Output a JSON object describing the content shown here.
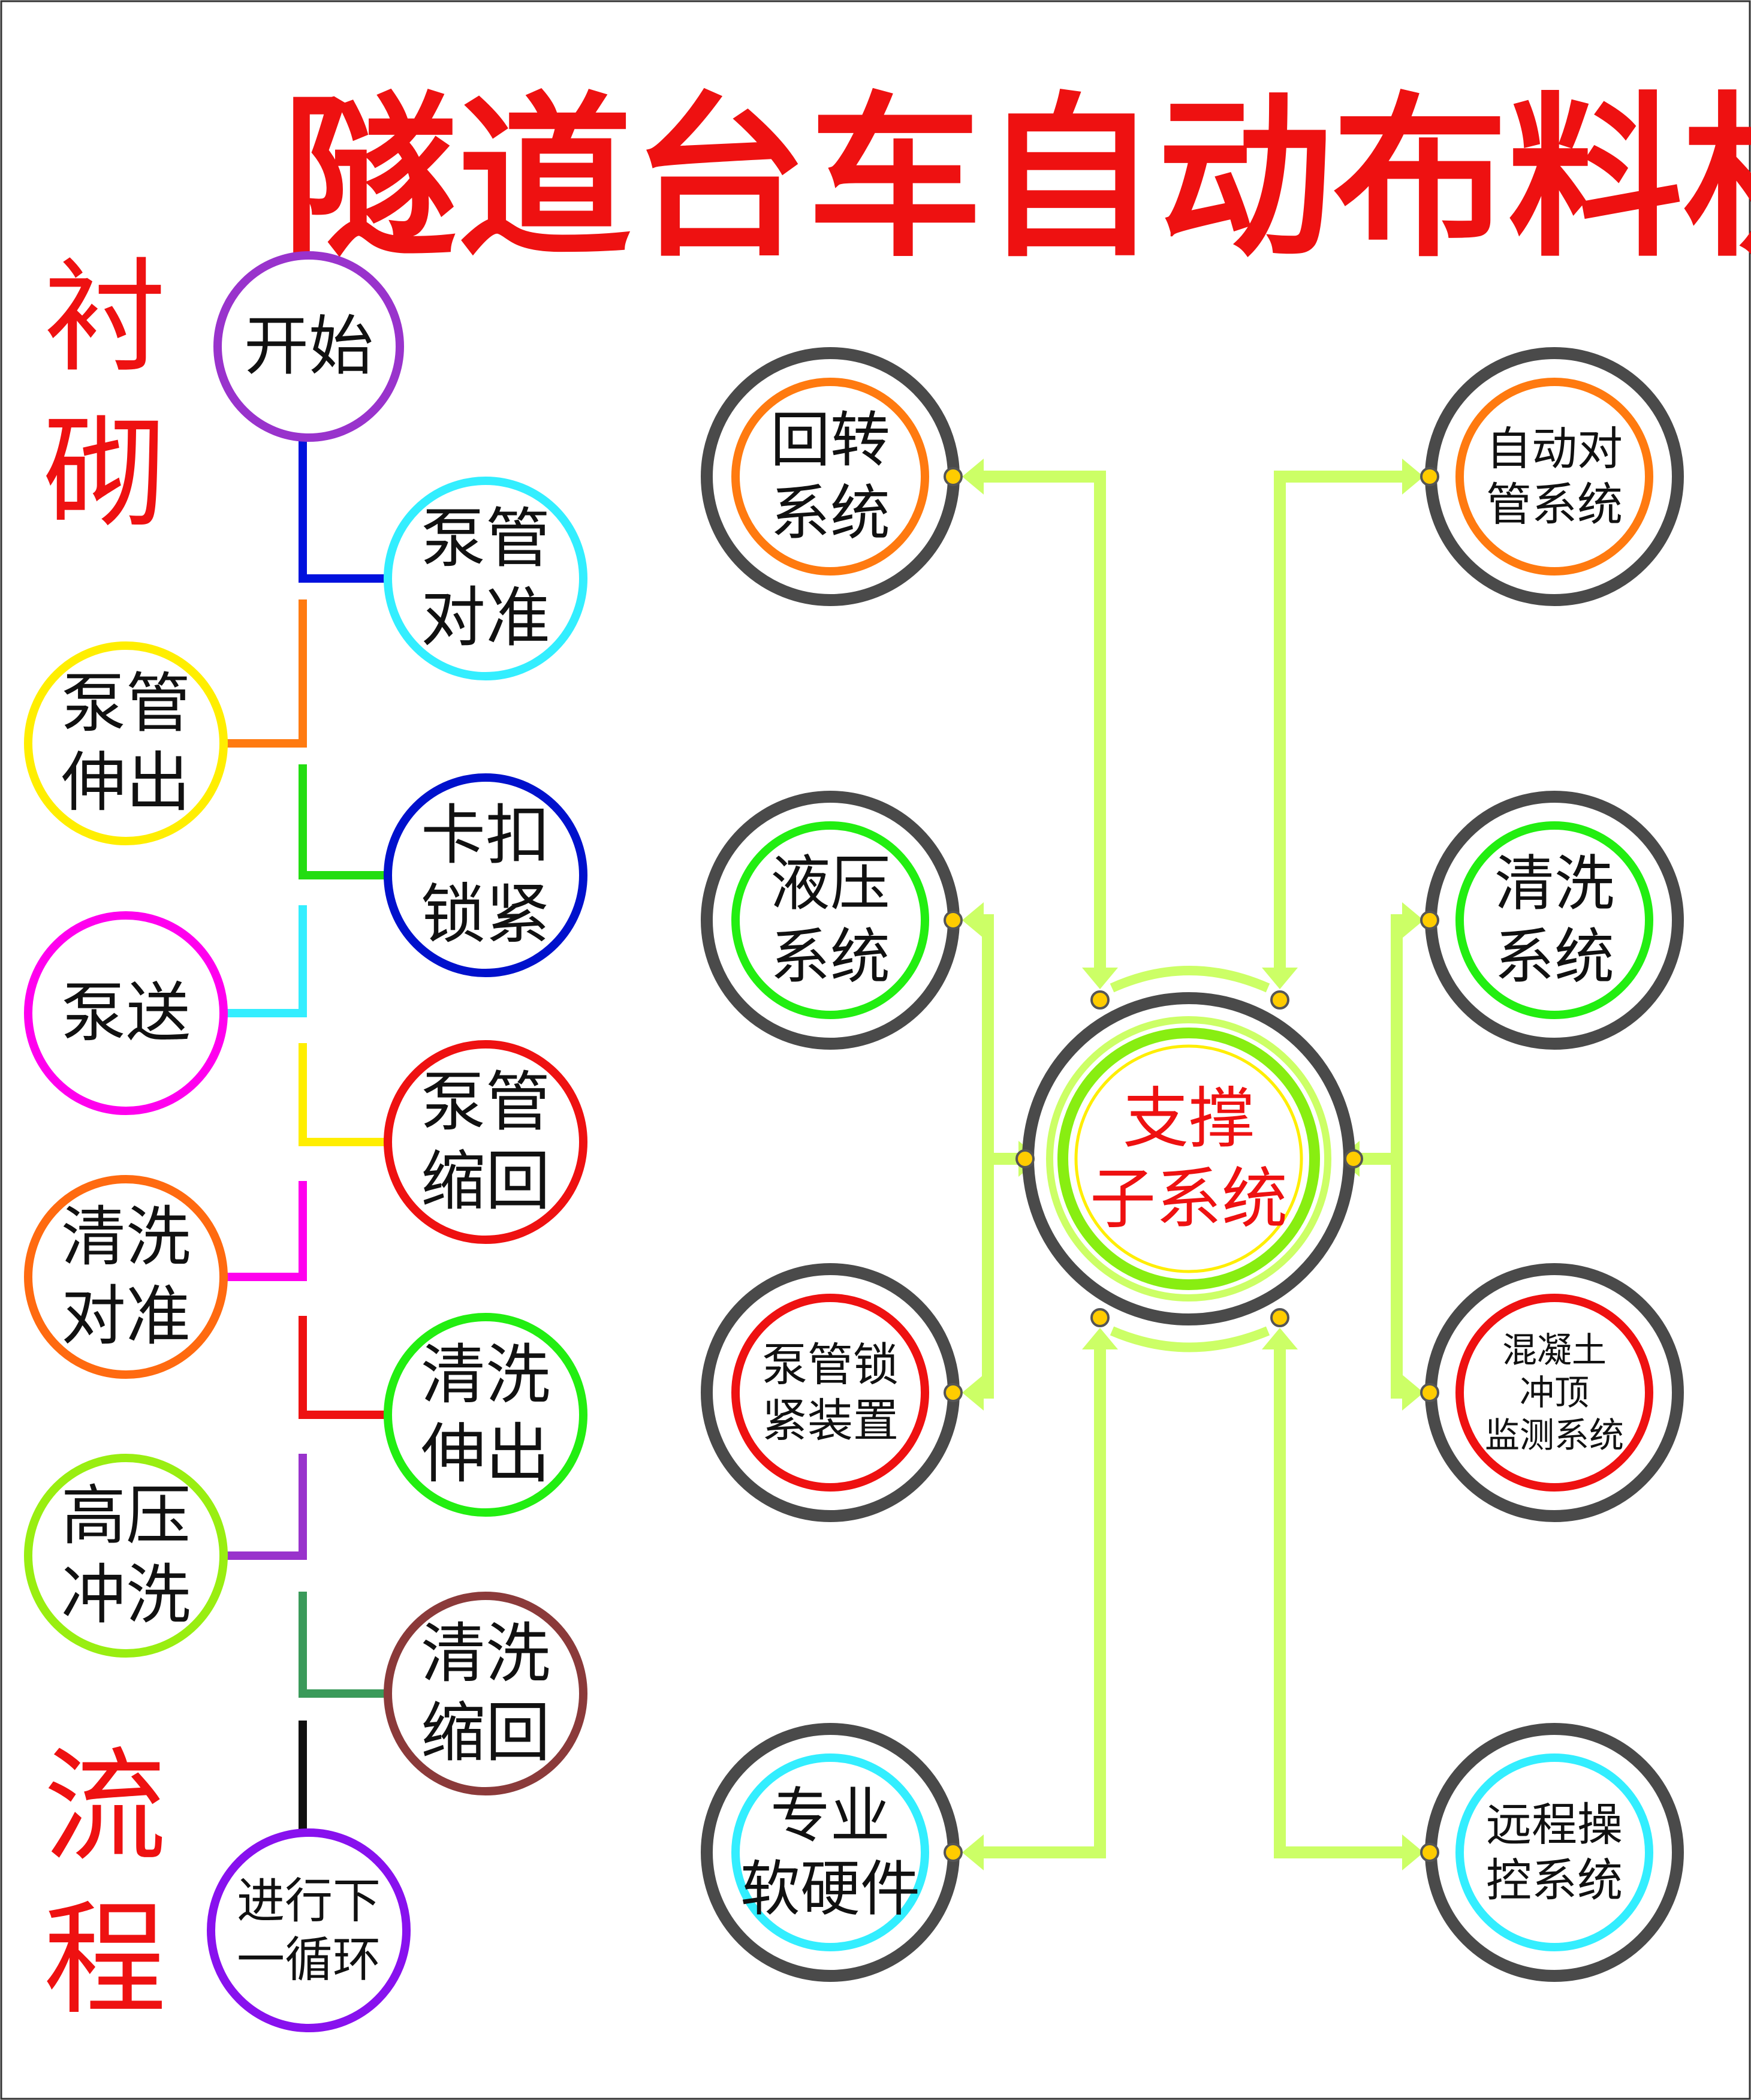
{
  "title": "隧道台车自动布料机",
  "side_label_top": [
    "衬",
    "砌"
  ],
  "side_label_bottom": [
    "流",
    "程"
  ],
  "process_steps": [
    {
      "id": "start",
      "lines": [
        "开始"
      ],
      "ring_color": "#9933cc"
    },
    {
      "id": "pump-align",
      "lines": [
        "泵管",
        "对准"
      ],
      "ring_color": "#33eeff"
    },
    {
      "id": "pump-extend",
      "lines": [
        "泵管",
        "伸出"
      ],
      "ring_color": "#ffee00"
    },
    {
      "id": "clamp-lock",
      "lines": [
        "卡扣",
        "锁紧"
      ],
      "ring_color": "#0011cc"
    },
    {
      "id": "pumping",
      "lines": [
        "泵送"
      ],
      "ring_color": "#ff00ee"
    },
    {
      "id": "pump-retract",
      "lines": [
        "泵管",
        "缩回"
      ],
      "ring_color": "#ee1111"
    },
    {
      "id": "clean-align",
      "lines": [
        "清洗",
        "对准"
      ],
      "ring_color": "#ff6a10"
    },
    {
      "id": "clean-extend",
      "lines": [
        "清洗",
        "伸出"
      ],
      "ring_color": "#22ee11"
    },
    {
      "id": "hp-flush",
      "lines": [
        "高压",
        "冲洗"
      ],
      "ring_color": "#99ee11"
    },
    {
      "id": "clean-retract",
      "lines": [
        "清洗",
        "缩回"
      ],
      "ring_color": "#8b3a3a"
    },
    {
      "id": "next-cycle",
      "lines": [
        "进行下",
        "一循环"
      ],
      "ring_color": "#8811ee"
    }
  ],
  "connector_colors": [
    "#0011dd",
    "#ff7a10",
    "#22dd11",
    "#33eeff",
    "#ffee00",
    "#ff00ee",
    "#ee1111",
    "#9933cc",
    "#3a9a5a",
    "#111111"
  ],
  "center_node": {
    "lines": [
      "支撑",
      "子系统"
    ],
    "text_color": "#ee1111"
  },
  "subsystems": [
    {
      "id": "rotation",
      "lines": [
        "回转",
        "系统"
      ],
      "inner_color": "#ff7a10"
    },
    {
      "id": "auto-pipe",
      "lines": [
        "自动对",
        "管系统"
      ],
      "inner_color": "#ff7a10"
    },
    {
      "id": "hydraulic",
      "lines": [
        "液压",
        "系统"
      ],
      "inner_color": "#22ee11"
    },
    {
      "id": "cleaning",
      "lines": [
        "清洗",
        "系统"
      ],
      "inner_color": "#22ee11"
    },
    {
      "id": "pipe-lock",
      "lines": [
        "泵管锁",
        "紧装置"
      ],
      "inner_color": "#ee1111"
    },
    {
      "id": "concrete-top",
      "lines": [
        "混凝土",
        "冲顶",
        "监测系统"
      ],
      "inner_color": "#ee1111"
    },
    {
      "id": "software",
      "lines": [
        "专业",
        "软硬件"
      ],
      "inner_color": "#33eeff"
    },
    {
      "id": "remote",
      "lines": [
        "远程操",
        "控系统"
      ],
      "inner_color": "#33eeff"
    }
  ],
  "colors": {
    "title": "#ee1111",
    "side_label": "#ee1111",
    "outer_ring": "#4a4a4a",
    "arrow": "#ccff66",
    "port": "#ffcc00",
    "center_ring_outer": "#ccff66",
    "center_ring_mid": "#88ee11",
    "center_ring_inner": "#ffee00"
  }
}
